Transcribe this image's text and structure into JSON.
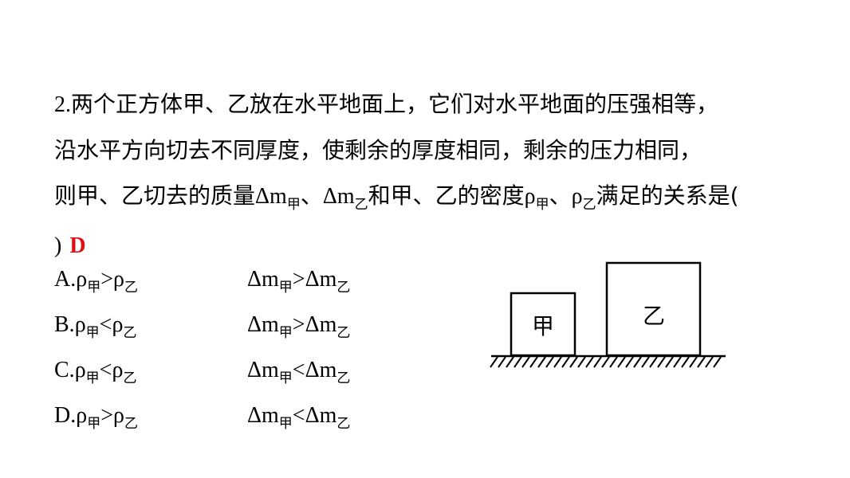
{
  "question": {
    "number_prefix": "2.",
    "line1": "两个正方体甲、乙放在水平地面上，它们对水平地面的压强相等，",
    "line2": "沿水平方向切去不同厚度，使剩余的厚度相同，剩余的压力相同，",
    "line3_a": "则甲、乙切去的质量",
    "delta_m": "Δm",
    "sub_jia": "甲",
    "sep": "、",
    "sub_yi": "乙",
    "line3_b": "和甲、乙的密度",
    "rho": "ρ",
    "line3_c": "满足的关系是(",
    "line4_close": ")",
    "answer": "D"
  },
  "options": [
    {
      "letter": "A.",
      "rho_rel": ">",
      "dm_rel": ">"
    },
    {
      "letter": "B.",
      "rho_rel": "<",
      "dm_rel": ">"
    },
    {
      "letter": "C.",
      "rho_rel": "<",
      "dm_rel": "<"
    },
    {
      "letter": "D.",
      "rho_rel": ">",
      "dm_rel": "<"
    }
  ],
  "figure": {
    "block_small_label": "甲",
    "block_large_label": "乙"
  },
  "colors": {
    "answer": "#e01010",
    "text": "#000000"
  }
}
